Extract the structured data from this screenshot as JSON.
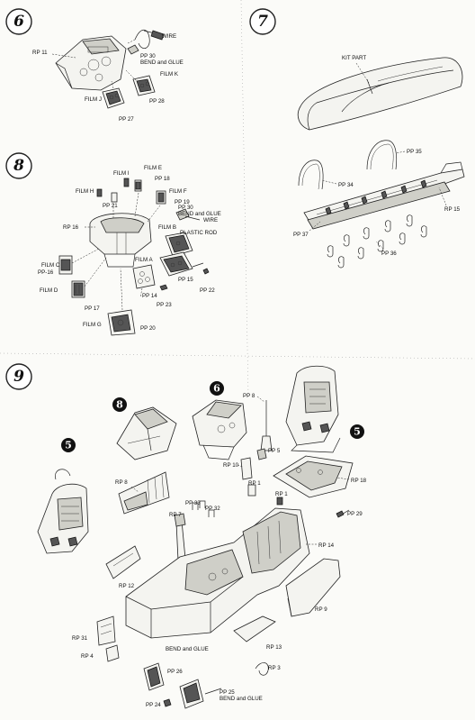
{
  "steps": {
    "s6": "6",
    "s7": "7",
    "s8": "8",
    "s9": "9"
  },
  "step_refs": {
    "r8": "8",
    "r6": "6",
    "r5a": "5",
    "r5b": "5"
  },
  "step6": {
    "rp11": "RP 11",
    "wire": "WIRE",
    "pp30": "PP 30",
    "bend_glue": "BEND and GLUE",
    "film_k": "FILM K",
    "film_j": "FILM J",
    "pp28": "PP 28",
    "pp27": "PP 27"
  },
  "step7": {
    "kit_part": "KIT PART",
    "pp35": "PP 35",
    "pp34": "PP 34",
    "pp37": "PP 37",
    "pp36": "PP 36",
    "rp15": "RP 15"
  },
  "step8": {
    "film_i": "FILM I",
    "film_e": "FILM E",
    "pp18": "PP 18",
    "film_h": "FILM H",
    "pp21": "PP 21",
    "film_f": "FILM F",
    "pp19": "PP 19",
    "rp16": "RP 16",
    "pp30": "PP 30",
    "bend_glue": "BEND and GLUE",
    "wire": "WIRE",
    "film_b": "FILM B",
    "plastic_rod": "PLASTIC ROD",
    "film_c": "FILM C",
    "pp16": "PP-16",
    "film_a": "FILM A",
    "pp15": "PP 15",
    "pp22": "PP 22",
    "film_d": "FILM D",
    "pp14": "PP 14",
    "pp17": "PP 17",
    "pp23": "PP 23",
    "film_g": "FILM G",
    "pp20": "PP 20"
  },
  "step9": {
    "pp8": "PP 8",
    "rp10": "RP 10",
    "pp5": "PP 5",
    "rp18": "RP 18",
    "rp8": "RP 8",
    "rp1a": "RP 1",
    "rp1b": "RP 1",
    "pp33": "PP 33",
    "pp32": "PP 32",
    "rp7": "RP 7",
    "pp29": "PP 29",
    "rp14": "RP 14",
    "rp12": "RP 12",
    "rp9": "RP 9",
    "rp31": "RP 31",
    "rp13": "RP 13",
    "rp4": "RP 4",
    "bend_glue": "BEND and GLUE",
    "pp26": "PP 26",
    "rp3": "RP 3",
    "pp25": "PP 25",
    "bend_glue2": "BEND and GLUE",
    "pp24": "PP 24"
  }
}
